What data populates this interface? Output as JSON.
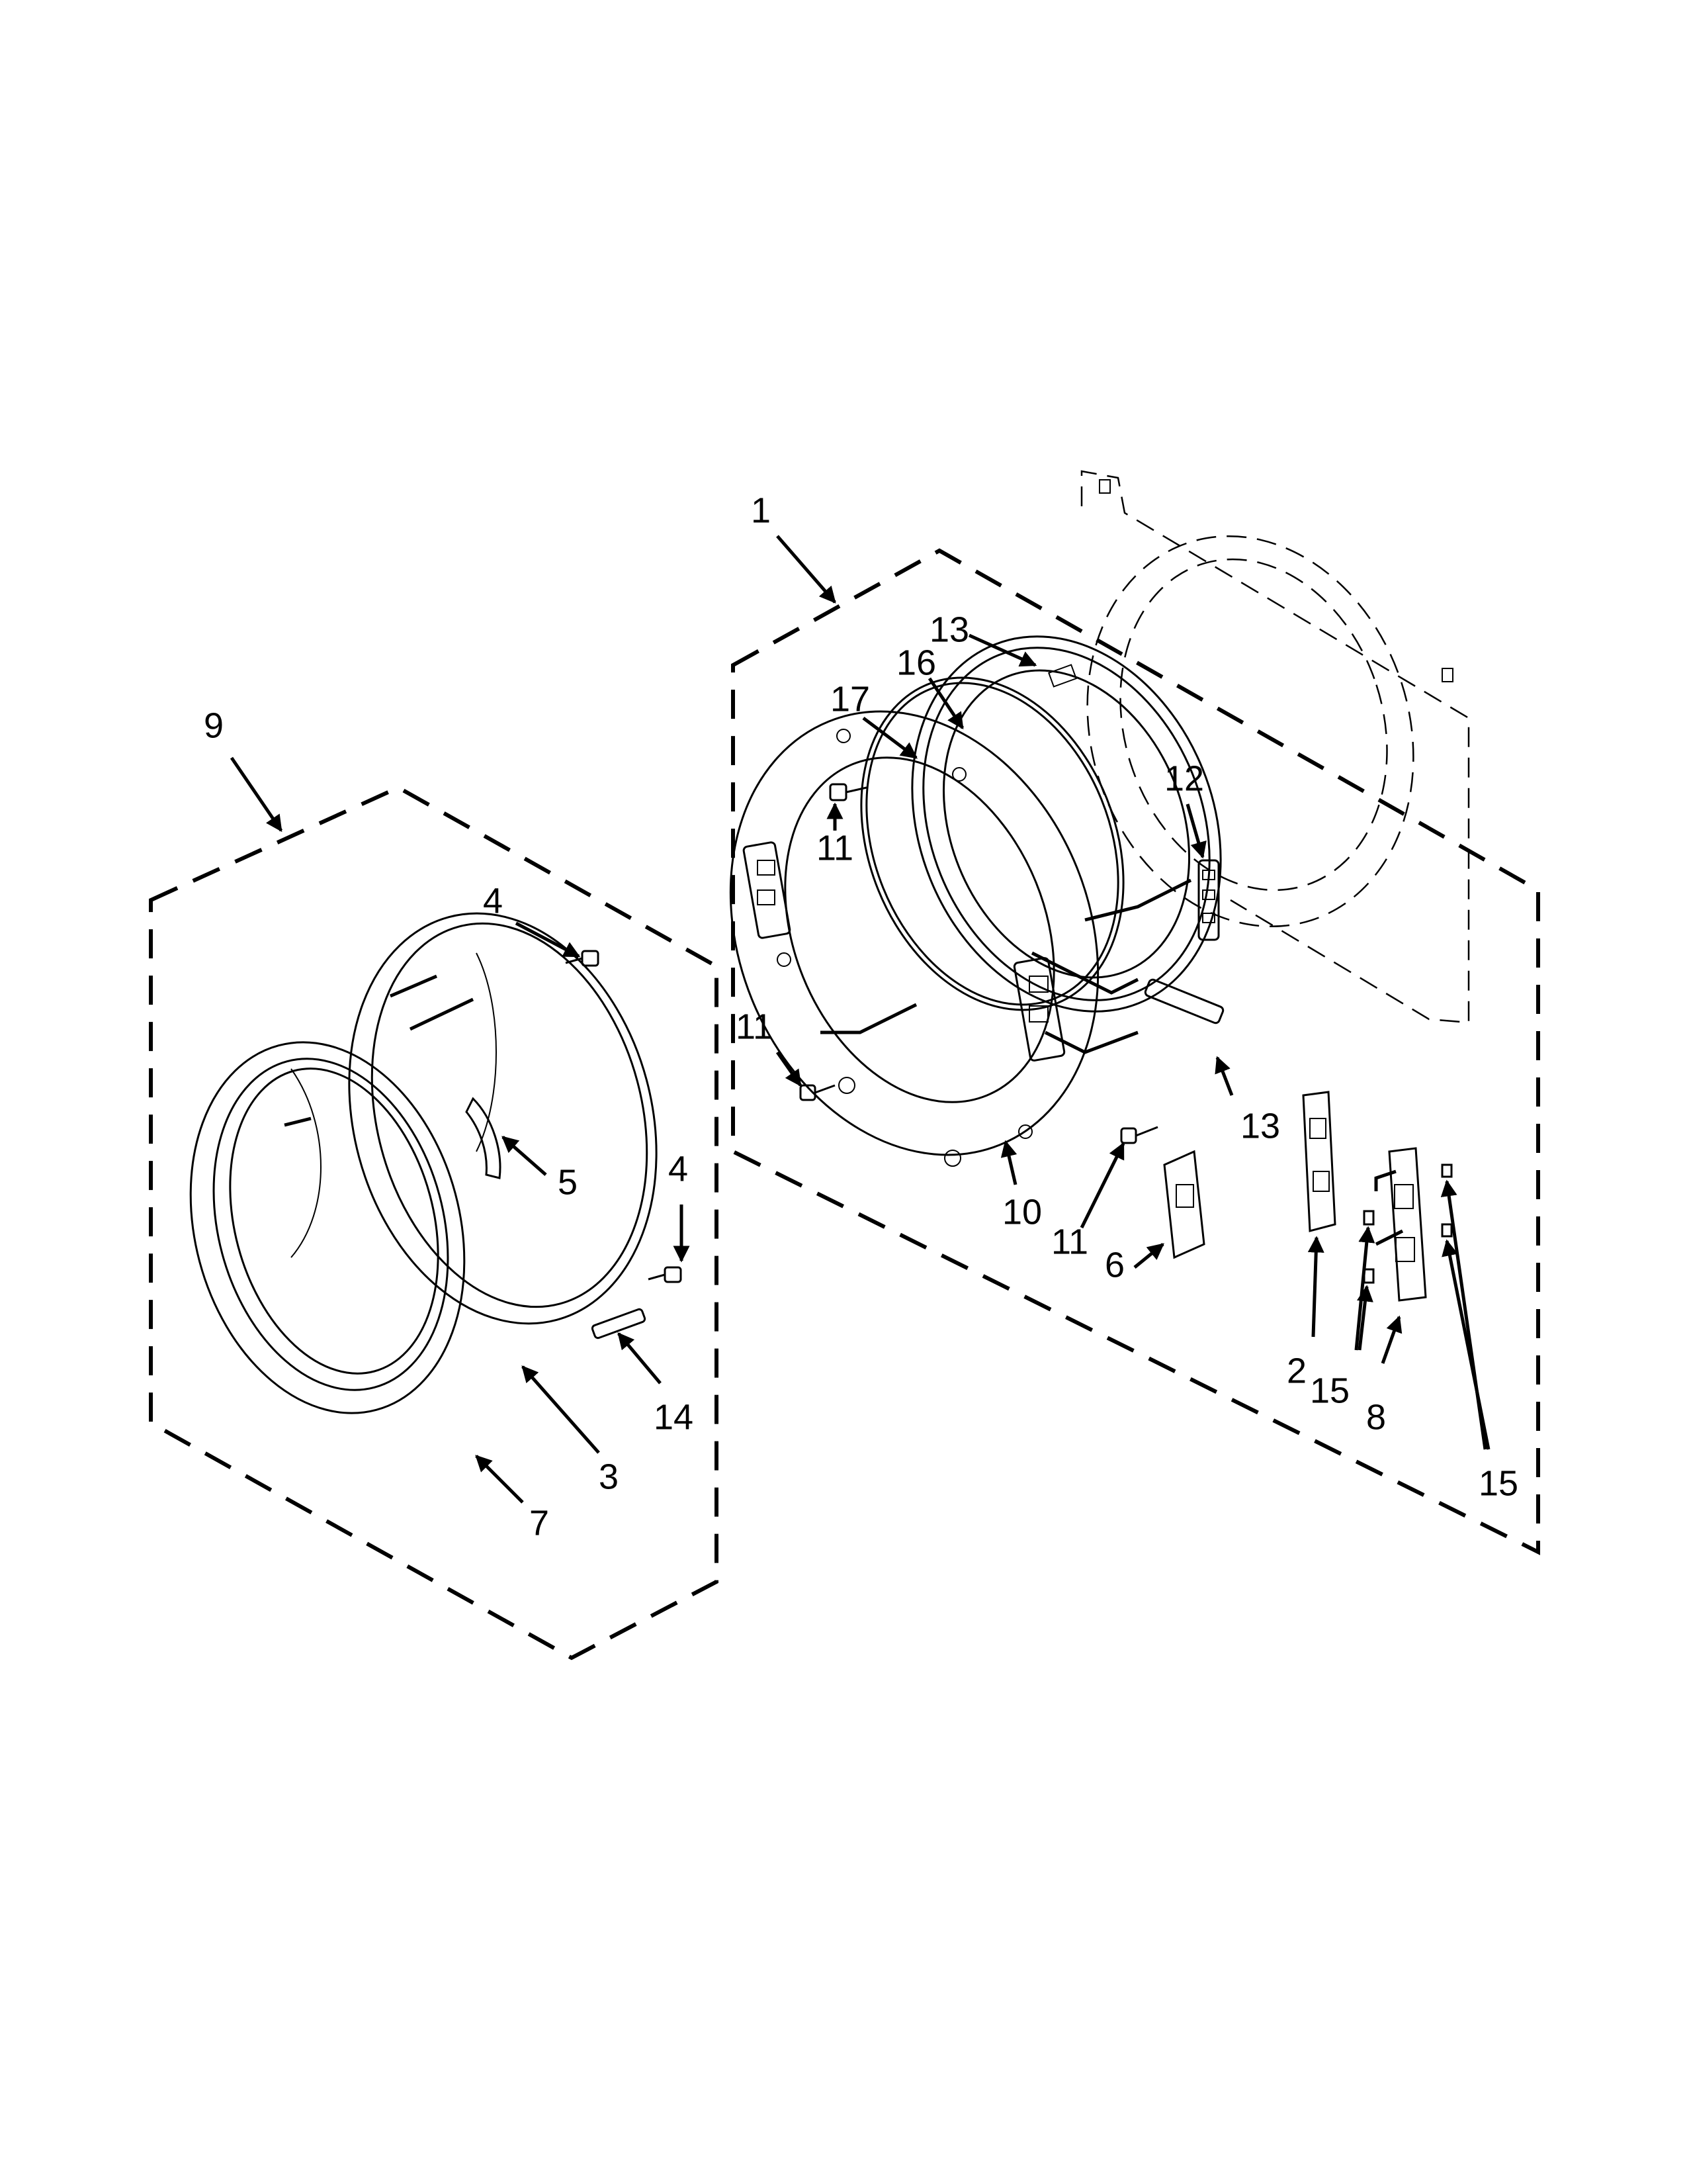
{
  "callouts": {
    "c1": "1",
    "c2": "2",
    "c3": "3",
    "c4a": "4",
    "c4b": "4",
    "c5": "5",
    "c6": "6",
    "c7": "7",
    "c8": "8",
    "c9": "9",
    "c10": "10",
    "c11a": "11",
    "c11b": "11",
    "c11c": "11",
    "c12": "12",
    "c13a": "13",
    "c13b": "13",
    "c14": "14",
    "c15a": "15",
    "c15b": "15",
    "c16": "16",
    "c17": "17"
  }
}
